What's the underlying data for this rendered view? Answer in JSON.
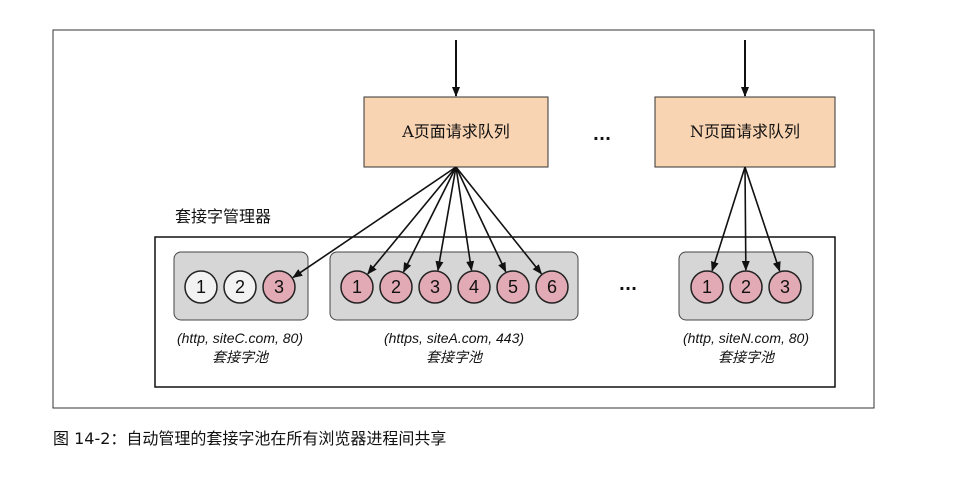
{
  "queue_a": {
    "label": "A页面请求队列"
  },
  "queue_n": {
    "label": "N页面请求队列"
  },
  "ellipsis_top": "...",
  "ellipsis_pools": "...",
  "manager": {
    "label": "套接字管理器"
  },
  "pools": [
    {
      "key": "(http, siteC.com, 80)",
      "name": "套接字池",
      "sockets": [
        {
          "label": "1",
          "active": false
        },
        {
          "label": "2",
          "active": false
        },
        {
          "label": "3",
          "active": true
        }
      ]
    },
    {
      "key": "(https, siteA.com, 443)",
      "name": "套接字池",
      "sockets": [
        {
          "label": "1",
          "active": true
        },
        {
          "label": "2",
          "active": true
        },
        {
          "label": "3",
          "active": true
        },
        {
          "label": "4",
          "active": true
        },
        {
          "label": "5",
          "active": true
        },
        {
          "label": "6",
          "active": true
        }
      ]
    },
    {
      "key": "(http, siteN.com, 80)",
      "name": "套接字池",
      "sockets": [
        {
          "label": "1",
          "active": true
        },
        {
          "label": "2",
          "active": true
        },
        {
          "label": "3",
          "active": true
        }
      ]
    }
  ],
  "caption": "图 14-2：自动管理的套接字池在所有浏览器进程间共享",
  "colors": {
    "queue_fill": "#f9d4b2",
    "pool_fill": "#d6d6d6",
    "socket_active": "#e2aab4",
    "socket_idle": "#f2f2f2"
  }
}
